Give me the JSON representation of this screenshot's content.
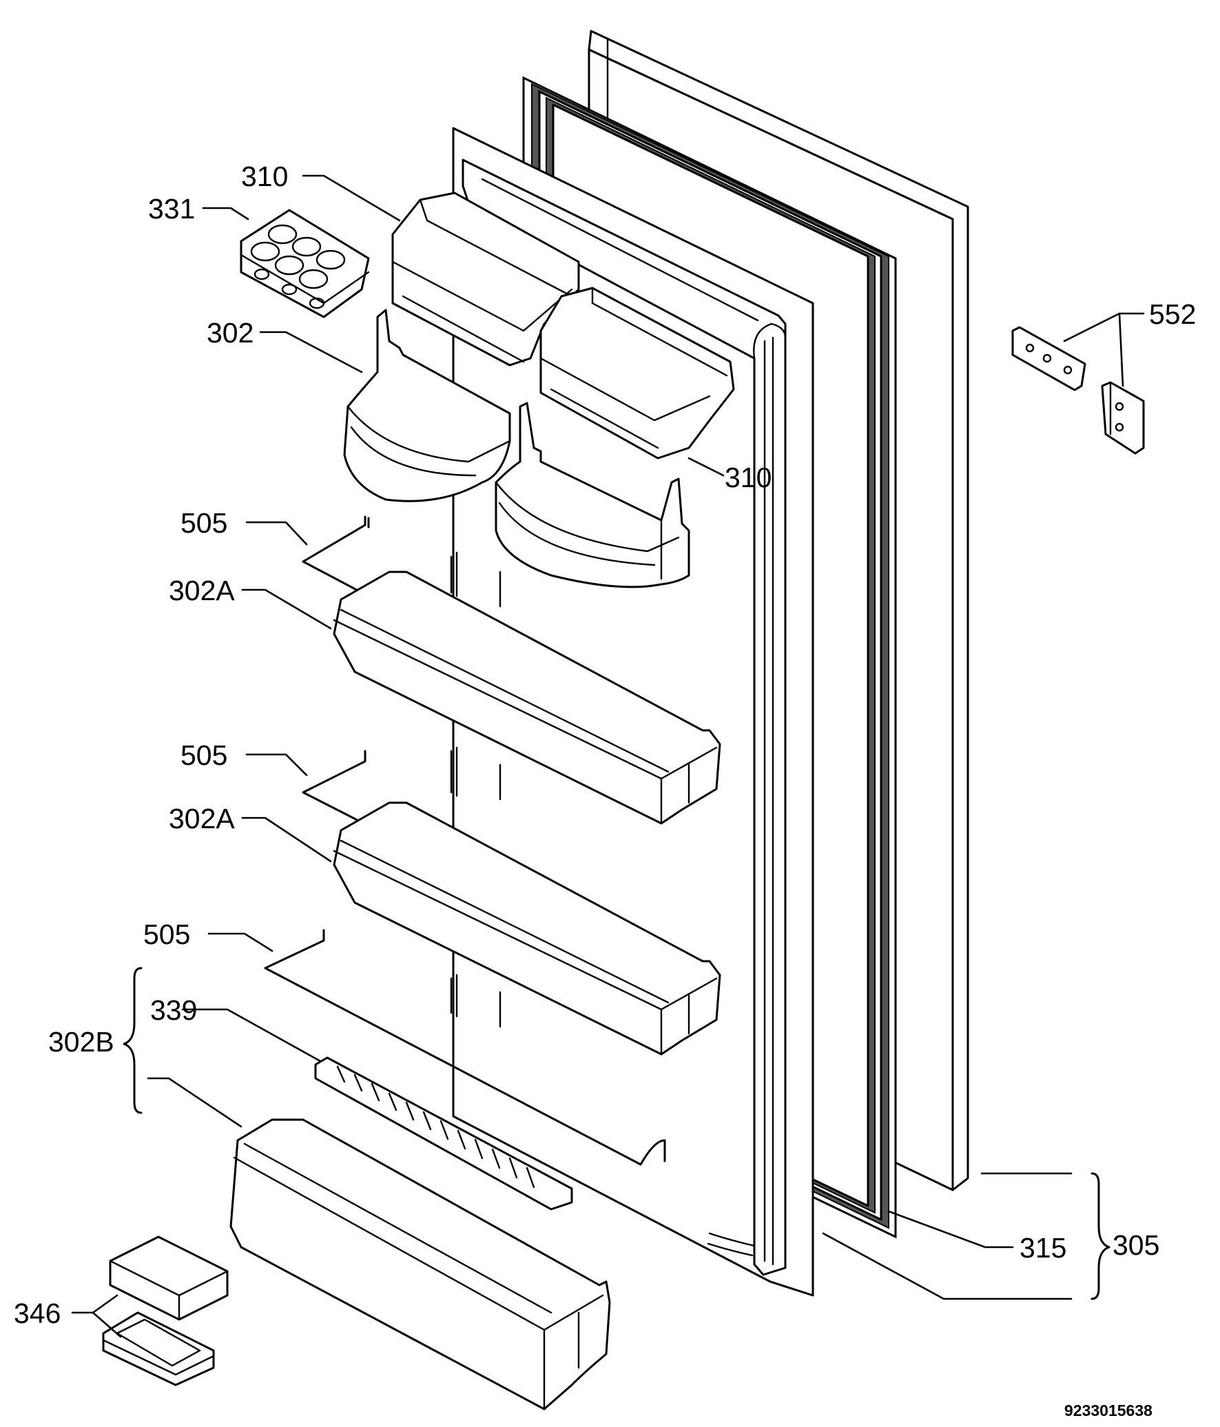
{
  "diagram_number": "9233015638",
  "labels": {
    "p310_top": "310",
    "p331": "331",
    "p302": "302",
    "p310_mid": "310",
    "p552": "552",
    "p505_a": "505",
    "p302A_a": "302A",
    "p505_b": "505",
    "p302A_b": "302A",
    "p505_c": "505",
    "p339": "339",
    "p302B": "302B",
    "p315": "315",
    "p305": "305",
    "p346": "346"
  }
}
